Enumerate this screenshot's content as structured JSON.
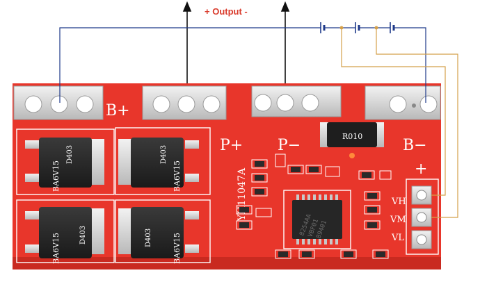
{
  "title": "+ Output -",
  "board": {
    "terminals": [
      "B+",
      "P+",
      "P−",
      "B−"
    ],
    "model": "YH11047A",
    "resistor": "R010",
    "ic_text": [
      "8254AA",
      "VBF01",
      "89401"
    ],
    "plus_sign": "+",
    "sense_labels": [
      "VH",
      "VM",
      "VL"
    ],
    "mosfets": [
      {
        "code": "D403",
        "part": "BA6V15"
      },
      {
        "code": "D403",
        "part": "BA6V15"
      },
      {
        "code": "D403",
        "part": "BA6V15"
      },
      {
        "code": "D403",
        "part": "BA6V15"
      }
    ]
  },
  "colors": {
    "pcb": "#e8362b",
    "wire_main": "#1f3a8a",
    "wire_sense": "#d4a04a",
    "arrow": "#111111"
  }
}
